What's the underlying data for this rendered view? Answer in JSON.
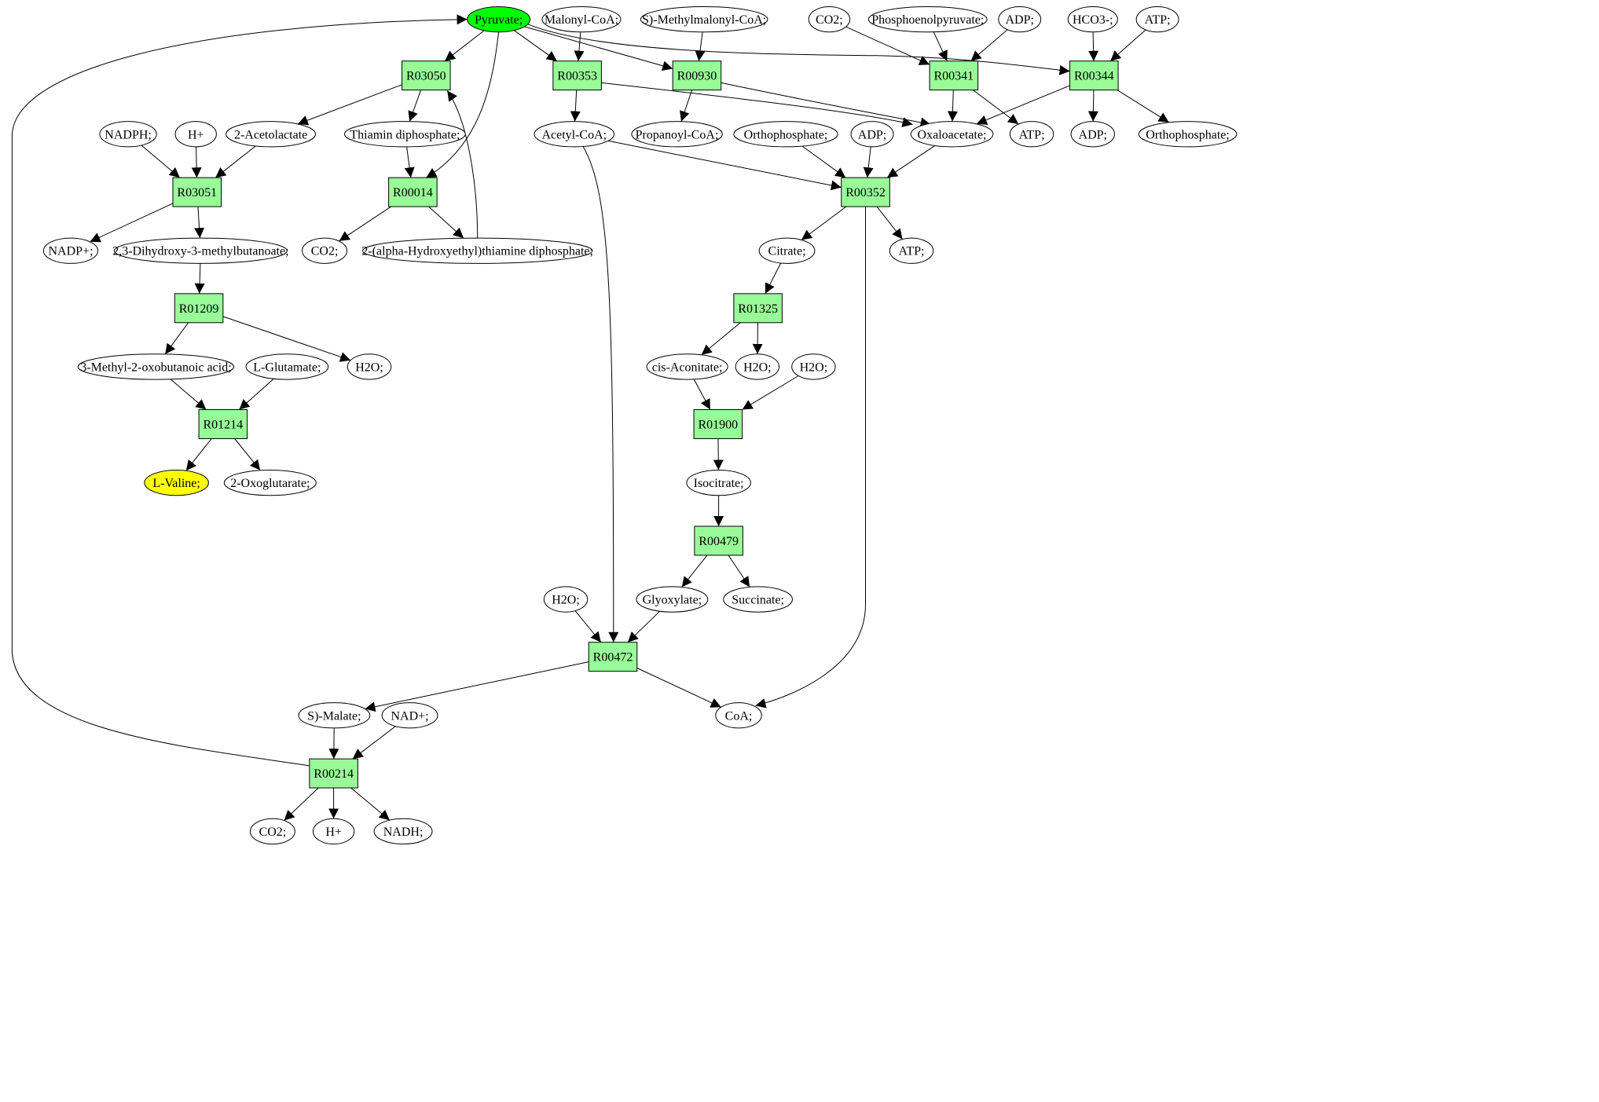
{
  "colors": {
    "reaction_fill": "#98fb98",
    "source_fill": "#00ff00",
    "target_fill": "#ffff00",
    "metabolite_fill": "#ffffff",
    "stroke": "#000000"
  },
  "nodes": [
    {
      "id": "pyruvate",
      "label": "Pyruvate;",
      "kind": "source"
    },
    {
      "id": "malonylcoa",
      "label": "Malonyl-CoA;",
      "kind": "metabolite"
    },
    {
      "id": "smethylmalonylcoa",
      "label": "S)-Methylmalonyl-CoA;",
      "kind": "metabolite"
    },
    {
      "id": "co2_top",
      "label": "CO2;",
      "kind": "metabolite"
    },
    {
      "id": "pep",
      "label": "Phosphoenolpyruvate;",
      "kind": "metabolite"
    },
    {
      "id": "adp_top",
      "label": "ADP;",
      "kind": "metabolite"
    },
    {
      "id": "hco3",
      "label": "HCO3-;",
      "kind": "metabolite"
    },
    {
      "id": "atp_top",
      "label": "ATP;",
      "kind": "metabolite"
    },
    {
      "id": "R03050",
      "label": "R03050",
      "kind": "reaction"
    },
    {
      "id": "R00353",
      "label": "R00353",
      "kind": "reaction"
    },
    {
      "id": "R00930",
      "label": "R00930",
      "kind": "reaction"
    },
    {
      "id": "R00341",
      "label": "R00341",
      "kind": "reaction"
    },
    {
      "id": "R00344",
      "label": "R00344",
      "kind": "reaction"
    },
    {
      "id": "nadph",
      "label": "NADPH;",
      "kind": "metabolite"
    },
    {
      "id": "hplus_1",
      "label": "H+",
      "kind": "metabolite"
    },
    {
      "id": "acetolactate",
      "label": "2-Acetolactate",
      "kind": "metabolite"
    },
    {
      "id": "thiamin_dp",
      "label": "Thiamin diphosphate;",
      "kind": "metabolite"
    },
    {
      "id": "acetylcoa",
      "label": "Acetyl-CoA;",
      "kind": "metabolite"
    },
    {
      "id": "propanoylcoa",
      "label": "Propanoyl-CoA;",
      "kind": "metabolite"
    },
    {
      "id": "orthophosphate_1",
      "label": "Orthophosphate;",
      "kind": "metabolite"
    },
    {
      "id": "adp_mid",
      "label": "ADP;",
      "kind": "metabolite"
    },
    {
      "id": "oxaloacetate",
      "label": "Oxaloacetate;",
      "kind": "metabolite"
    },
    {
      "id": "atp_r341",
      "label": "ATP;",
      "kind": "metabolite"
    },
    {
      "id": "adp_r344",
      "label": "ADP;",
      "kind": "metabolite"
    },
    {
      "id": "orthophosphate_2",
      "label": "Orthophosphate;",
      "kind": "metabolite"
    },
    {
      "id": "R03051",
      "label": "R03051",
      "kind": "reaction"
    },
    {
      "id": "R00014",
      "label": "R00014",
      "kind": "reaction"
    },
    {
      "id": "R00352",
      "label": "R00352",
      "kind": "reaction"
    },
    {
      "id": "nadpplus",
      "label": "NADP+;",
      "kind": "metabolite"
    },
    {
      "id": "dihydroxy",
      "label": "2,3-Dihydroxy-3-methylbutanoate;",
      "kind": "metabolite"
    },
    {
      "id": "co2_r14",
      "label": "CO2;",
      "kind": "metabolite"
    },
    {
      "id": "hethyl_tdp",
      "label": "2-(alpha-Hydroxyethyl)thiamine diphosphate;",
      "kind": "metabolite"
    },
    {
      "id": "citrate",
      "label": "Citrate;",
      "kind": "metabolite"
    },
    {
      "id": "atp_r352",
      "label": "ATP;",
      "kind": "metabolite"
    },
    {
      "id": "R01209",
      "label": "R01209",
      "kind": "reaction"
    },
    {
      "id": "R01325",
      "label": "R01325",
      "kind": "reaction"
    },
    {
      "id": "methyloxobutanoic",
      "label": "3-Methyl-2-oxobutanoic acid;",
      "kind": "metabolite"
    },
    {
      "id": "lglutamate",
      "label": "L-Glutamate;",
      "kind": "metabolite"
    },
    {
      "id": "h2o_r1209",
      "label": "H2O;",
      "kind": "metabolite"
    },
    {
      "id": "cisaconitate",
      "label": "cis-Aconitate;",
      "kind": "metabolite"
    },
    {
      "id": "h2o_r1325",
      "label": "H2O;",
      "kind": "metabolite"
    },
    {
      "id": "h2o_r1900",
      "label": "H2O;",
      "kind": "metabolite"
    },
    {
      "id": "R01214",
      "label": "R01214",
      "kind": "reaction"
    },
    {
      "id": "R01900",
      "label": "R01900",
      "kind": "reaction"
    },
    {
      "id": "lvaline",
      "label": "L-Valine;",
      "kind": "target"
    },
    {
      "id": "oxoglutarate",
      "label": "2-Oxoglutarate;",
      "kind": "metabolite"
    },
    {
      "id": "isocitrate",
      "label": "Isocitrate;",
      "kind": "metabolite"
    },
    {
      "id": "R00479",
      "label": "R00479",
      "kind": "reaction"
    },
    {
      "id": "h2o_r472",
      "label": "H2O;",
      "kind": "metabolite"
    },
    {
      "id": "glyoxylate",
      "label": "Glyoxylate;",
      "kind": "metabolite"
    },
    {
      "id": "succinate",
      "label": "Succinate;",
      "kind": "metabolite"
    },
    {
      "id": "R00472",
      "label": "R00472",
      "kind": "reaction"
    },
    {
      "id": "smalate",
      "label": "S)-Malate;",
      "kind": "metabolite"
    },
    {
      "id": "nadplus",
      "label": "NAD+;",
      "kind": "metabolite"
    },
    {
      "id": "coa",
      "label": "CoA;",
      "kind": "metabolite"
    },
    {
      "id": "R00214",
      "label": "R00214",
      "kind": "reaction"
    },
    {
      "id": "co2_r214",
      "label": "CO2;",
      "kind": "metabolite"
    },
    {
      "id": "hplus_2",
      "label": "H+",
      "kind": "metabolite"
    },
    {
      "id": "nadh",
      "label": "NADH;",
      "kind": "metabolite"
    }
  ],
  "edges": [
    [
      "pyruvate",
      "R03050"
    ],
    [
      "pyruvate",
      "R00014"
    ],
    [
      "pyruvate",
      "R00353"
    ],
    [
      "pyruvate",
      "R00930"
    ],
    [
      "pyruvate",
      "R00344"
    ],
    [
      "malonylcoa",
      "R00353"
    ],
    [
      "smethylmalonylcoa",
      "R00930"
    ],
    [
      "co2_top",
      "R00341"
    ],
    [
      "pep",
      "R00341"
    ],
    [
      "adp_top",
      "R00341"
    ],
    [
      "hco3",
      "R00344"
    ],
    [
      "atp_top",
      "R00344"
    ],
    [
      "R03050",
      "acetolactate"
    ],
    [
      "R03050",
      "thiamin_dp"
    ],
    [
      "R00353",
      "acetylcoa"
    ],
    [
      "R00353",
      "oxaloacetate"
    ],
    [
      "R00930",
      "propanoylcoa"
    ],
    [
      "R00930",
      "oxaloacetate"
    ],
    [
      "R00341",
      "oxaloacetate"
    ],
    [
      "R00341",
      "atp_r341"
    ],
    [
      "R00344",
      "oxaloacetate"
    ],
    [
      "R00344",
      "adp_r344"
    ],
    [
      "R00344",
      "orthophosphate_2"
    ],
    [
      "nadph",
      "R03051"
    ],
    [
      "hplus_1",
      "R03051"
    ],
    [
      "acetolactate",
      "R03051"
    ],
    [
      "thiamin_dp",
      "R00014"
    ],
    [
      "R03051",
      "nadpplus"
    ],
    [
      "R03051",
      "dihydroxy"
    ],
    [
      "R00014",
      "co2_r14"
    ],
    [
      "R00014",
      "hethyl_tdp"
    ],
    [
      "hethyl_tdp",
      "R03050"
    ],
    [
      "acetylcoa",
      "R00352"
    ],
    [
      "orthophosphate_1",
      "R00352"
    ],
    [
      "adp_mid",
      "R00352"
    ],
    [
      "oxaloacetate",
      "R00352"
    ],
    [
      "R00352",
      "citrate"
    ],
    [
      "R00352",
      "atp_r352"
    ],
    [
      "R00352",
      "coa"
    ],
    [
      "dihydroxy",
      "R01209"
    ],
    [
      "R01209",
      "methyloxobutanoic"
    ],
    [
      "R01209",
      "h2o_r1209"
    ],
    [
      "methyloxobutanoic",
      "R01214"
    ],
    [
      "lglutamate",
      "R01214"
    ],
    [
      "R01214",
      "lvaline"
    ],
    [
      "R01214",
      "oxoglutarate"
    ],
    [
      "citrate",
      "R01325"
    ],
    [
      "R01325",
      "cisaconitate"
    ],
    [
      "R01325",
      "h2o_r1325"
    ],
    [
      "cisaconitate",
      "R01900"
    ],
    [
      "h2o_r1900",
      "R01900"
    ],
    [
      "R01900",
      "isocitrate"
    ],
    [
      "isocitrate",
      "R00479"
    ],
    [
      "R00479",
      "glyoxylate"
    ],
    [
      "R00479",
      "succinate"
    ],
    [
      "acetylcoa",
      "R00472"
    ],
    [
      "h2o_r472",
      "R00472"
    ],
    [
      "glyoxylate",
      "R00472"
    ],
    [
      "R00472",
      "smalate"
    ],
    [
      "R00472",
      "coa"
    ],
    [
      "smalate",
      "R00214"
    ],
    [
      "nadplus",
      "R00214"
    ],
    [
      "R00214",
      "co2_r214"
    ],
    [
      "R00214",
      "hplus_2"
    ],
    [
      "R00214",
      "nadh"
    ],
    [
      "R00214",
      "pyruvate"
    ]
  ]
}
